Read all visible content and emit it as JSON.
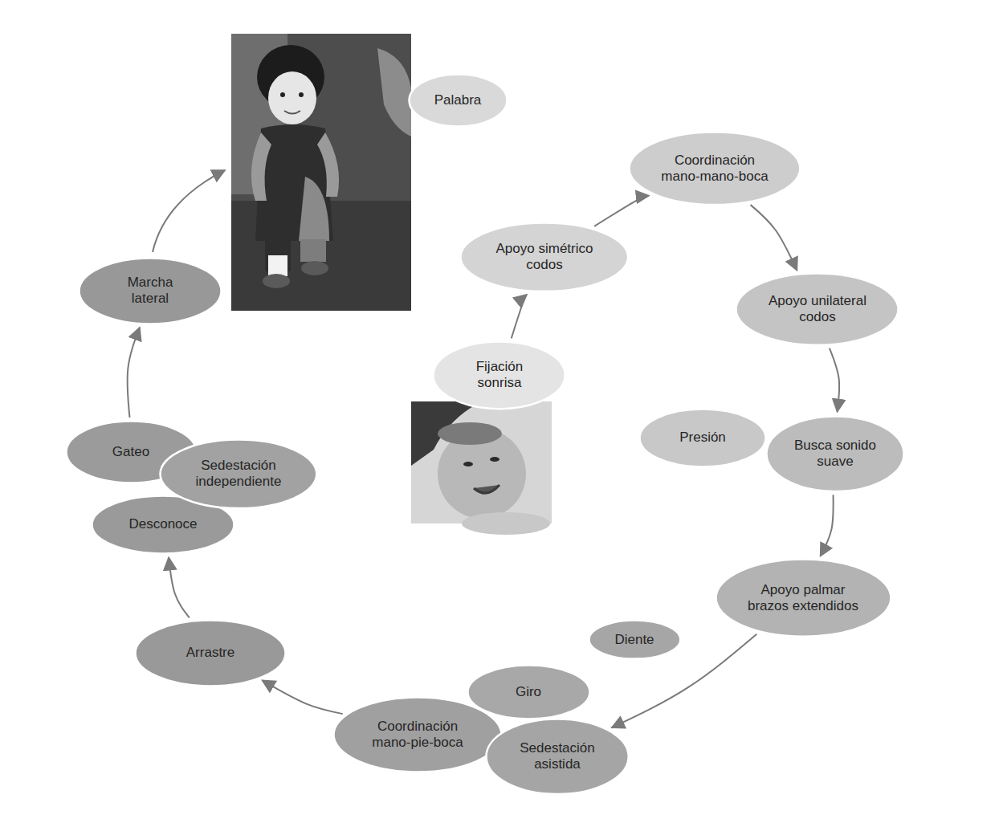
{
  "diagram": {
    "nodes": [
      {
        "text": [
          "Palabra"
        ]
      },
      {
        "text": [
          "Coordinación mano-mano-boca"
        ]
      },
      {
        "text": [
          "Apoyo simétrico codos"
        ]
      },
      {
        "text": [
          "Fijación sonrisa"
        ]
      },
      {
        "text": [
          "Apoyo unilateral codos"
        ]
      },
      {
        "text": [
          "Presión"
        ]
      },
      {
        "text": [
          "Busca sonido suave"
        ]
      },
      {
        "text": [
          "Marcha lateral"
        ]
      },
      {
        "text": [
          "Gateo"
        ]
      },
      {
        "text": [
          "Desconoce"
        ]
      },
      {
        "text": [
          "Sedestación independiente"
        ]
      },
      {
        "text": [
          "Apoyo palmar brazos extendidos"
        ]
      },
      {
        "text": [
          "Diente"
        ]
      },
      {
        "text": [
          "Giro"
        ]
      },
      {
        "text": [
          "Coordinación mano-pie-boca"
        ]
      },
      {
        "text": [
          "Sedestación asistida"
        ]
      },
      {
        "text": [
          "Arrastre"
        ]
      }
    ],
    "edges": [
      {
        "from": 3,
        "to": 2,
        "arrow": "to"
      },
      {
        "from": 2,
        "to": 1,
        "arrow": "to"
      },
      {
        "from": 1,
        "to": 4,
        "arrow": "to"
      },
      {
        "from": 4,
        "to": 6,
        "arrow": "to"
      },
      {
        "from": 6,
        "to": 11,
        "arrow": "to"
      },
      {
        "from": 11,
        "to": 15,
        "arrow": "to"
      },
      {
        "from": 14,
        "to": 16,
        "arrow": "to"
      },
      {
        "from": 16,
        "to": 9,
        "arrow": "to"
      },
      {
        "from": 8,
        "to": 7,
        "arrow": "to"
      }
    ]
  }
}
